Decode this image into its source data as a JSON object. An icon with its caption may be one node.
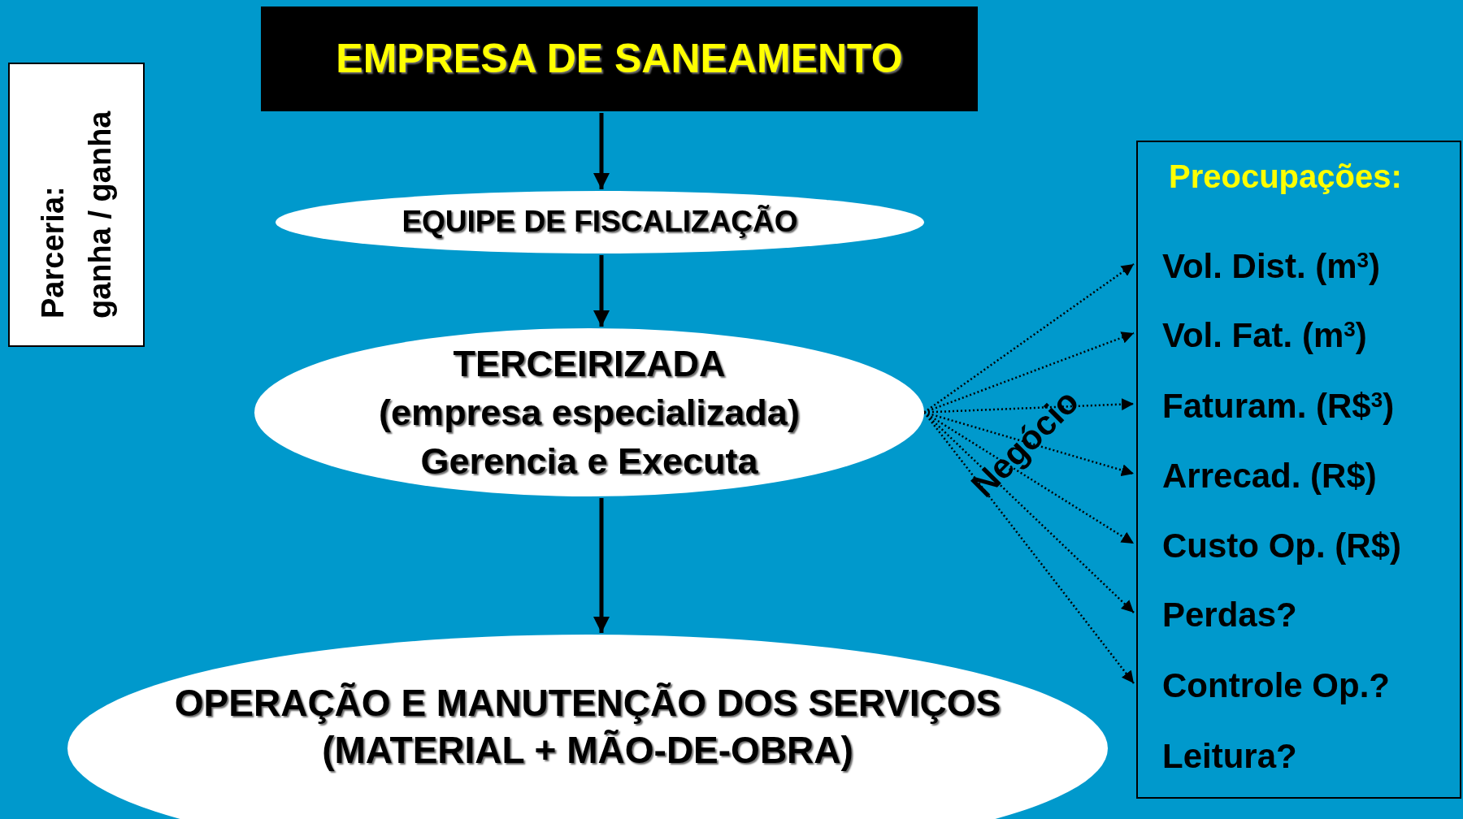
{
  "diagram": {
    "nodes": [
      {
        "text": [
          "EMPRESA DE SANEAMENTO"
        ]
      },
      {
        "text": [
          "EQUIPE DE FISCALIZAÇÃO"
        ]
      },
      {
        "text": [
          "TERCEIRIZADA",
          "(empresa especializada)",
          "Gerencia e Executa"
        ]
      },
      {
        "text": [
          "OPERAÇÃO E MANUTENÇÃO DOS SERVIÇOS",
          "(MATERIAL + MÃO-DE-OBRA)"
        ]
      },
      {
        "text": [
          "Parceria: ganha / ganha"
        ]
      },
      {
        "text": [
          "Preocupações:"
        ]
      },
      {
        "text": [
          "Vol. Dist. (m$^{3}$)"
        ],
        "in": 5
      },
      {
        "text": [
          "Vol. Fat. (m$^{3}$)"
        ],
        "in": 5
      },
      {
        "text": [
          "Faturam. (R$$^{3}$)"
        ],
        "in": 5
      },
      {
        "text": [
          "Arrecad. (R$)"
        ],
        "in": 5
      },
      {
        "text": [
          "Custo Op. (R$)"
        ],
        "in": 5
      },
      {
        "text": [
          "Perdas?"
        ],
        "in": 5
      },
      {
        "text": [
          "Controle Op.?"
        ],
        "in": 5
      },
      {
        "text": [
          "Leitura?"
        ],
        "in": 5
      }
    ],
    "edges": [
      {
        "from": 0,
        "to": 1,
        "arrow": "to"
      },
      {
        "from": 1,
        "to": 2,
        "arrow": "to"
      },
      {
        "from": 2,
        "to": 3,
        "arrow": "to"
      },
      {
        "from": 2,
        "to": 6,
        "arrow": "to",
        "style": "dashed"
      },
      {
        "from": 2,
        "to": 7,
        "arrow": "to",
        "style": "dashed"
      },
      {
        "from": 2,
        "to": 8,
        "arrow": "to",
        "style": "dashed"
      },
      {
        "from": 2,
        "to": 9,
        "arrow": "to",
        "style": "dashed"
      },
      {
        "from": 2,
        "to": 10,
        "arrow": "to",
        "style": "dashed"
      },
      {
        "from": 2,
        "to": 11,
        "arrow": "to",
        "style": "dashed"
      },
      {
        "from": 2,
        "to": 12,
        "arrow": "to",
        "style": "dashed"
      }
    ],
    "labels": [
      "Negócio"
    ]
  }
}
